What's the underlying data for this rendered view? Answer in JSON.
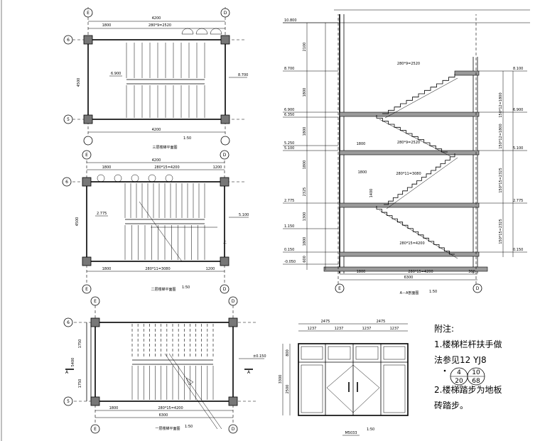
{
  "plans": {
    "third": {
      "title": "三层楼梯平面图",
      "scale": "1:50",
      "axes": {
        "top_left": "E",
        "top_right": "D",
        "left_top": "6",
        "left_bottom": "5"
      },
      "dims": {
        "top_total": "4200",
        "top_a": "1800",
        "top_b": "280*9=2520",
        "bottom_total": "4200",
        "side": "4500"
      },
      "levels": {
        "landing": "6.900",
        "right": "8.700"
      }
    },
    "second": {
      "title": "二层楼梯平面图",
      "scale": "1:50",
      "axes": {
        "top_left": "E",
        "top_right": "D",
        "left": "6",
        "bottom_left": "E",
        "bottom_right": "D"
      },
      "dims": {
        "top_total": "4200",
        "top_a": "1800",
        "top_b": "280*15=4200",
        "top_c": "1200",
        "bottom_a": "1800",
        "bottom_b": "280*11=3080",
        "bottom_c": "1200",
        "side": "4500"
      },
      "levels": {
        "landing": "2.775",
        "right": "5.100"
      },
      "arrow_text": "上"
    },
    "first": {
      "title": "一层楼梯平面图",
      "scale": "1:50",
      "axes": {
        "top_left": "E",
        "top_right": "D",
        "left_top": "6",
        "left_bottom": "5",
        "bottom_left": "E",
        "bottom_right": "D"
      },
      "dims": {
        "bottom_a": "1800",
        "bottom_b": "280*15=4200",
        "bottom_total": "6300",
        "side": "5400",
        "side_a": "1750",
        "side_b": "1750"
      },
      "levels": {
        "right": "±0.150"
      },
      "section_mark": "A"
    }
  },
  "section": {
    "title": "A－A剖面图",
    "scale": "1:50",
    "left_levels": [
      "10.800",
      "8.700",
      "6.900",
      "6.350",
      "5.250",
      "5.100",
      "2.775",
      "1.150",
      "0.150",
      "-0.050"
    ],
    "right_levels": [
      "8.100",
      "6.900",
      "5.100",
      "2.775",
      "0.150"
    ],
    "left_dims": [
      "2100",
      "1800",
      "1800",
      "1800",
      "2325",
      "1300",
      "1800",
      "600"
    ],
    "right_dims": [
      "150*12=1800",
      "150*12=1800",
      "150*15=2325",
      "150*15=2325"
    ],
    "flight_dims": [
      "280*9=2520",
      "280*9=2520",
      "280*11=3080",
      "280*15=4200"
    ],
    "bottom_dims": [
      "1800",
      "280*15=4200",
      "300"
    ],
    "bottom_total": "6300",
    "axis_left": "E",
    "axis_right": "D",
    "misc": {
      "a": "1800",
      "b": "1800",
      "c": "1400"
    }
  },
  "door": {
    "name": "M5033",
    "scale": "1:50",
    "top_dims": [
      "2475",
      "2475"
    ],
    "cell_dims": [
      "1237",
      "1237",
      "1237",
      "1237"
    ],
    "side_total": "3300",
    "side_a": "800",
    "side_b": "2500"
  },
  "notes": {
    "heading": "附注:",
    "line1": "1.楼梯栏杆扶手做",
    "line2": "法参见12 YJ8",
    "ref_top_left": "4",
    "ref_bottom_left": "20",
    "ref_top_right": "10",
    "ref_bottom_right": "68",
    "line3": "2.楼梯踏步为地板",
    "line4": "砖踏步。"
  }
}
